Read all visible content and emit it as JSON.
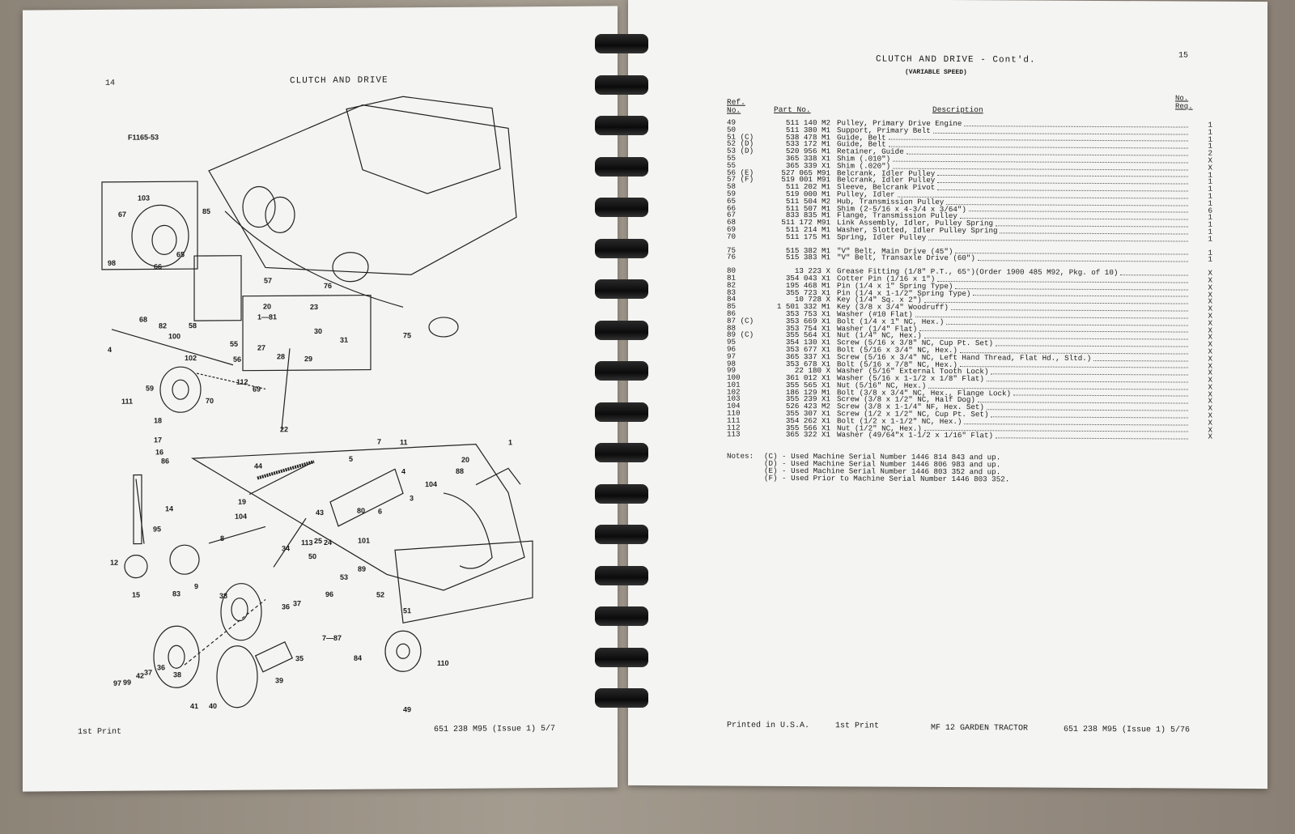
{
  "left_page": {
    "page_number": "14",
    "title": "CLUTCH AND DRIVE",
    "figure_id": "F1165-53",
    "callouts": [
      "103",
      "67",
      "85",
      "65",
      "66",
      "98",
      "57",
      "76",
      "20",
      "23",
      "1—81",
      "27",
      "28",
      "30",
      "29",
      "31",
      "75",
      "68",
      "82",
      "100",
      "58",
      "4",
      "55",
      "102",
      "56",
      "112",
      "69",
      "59",
      "70",
      "111",
      "18",
      "17",
      "16",
      "86",
      "22",
      "5",
      "7",
      "11",
      "4",
      "3",
      "44",
      "19",
      "104",
      "43",
      "80",
      "6",
      "104",
      "20",
      "88",
      "1",
      "14",
      "95",
      "12",
      "9",
      "8",
      "34",
      "113",
      "25",
      "24",
      "101",
      "50",
      "89",
      "38",
      "36",
      "37",
      "15",
      "83",
      "53",
      "96",
      "52",
      "51",
      "7—87",
      "84",
      "35",
      "39",
      "97",
      "99",
      "42",
      "37",
      "36",
      "38",
      "41",
      "40",
      "49",
      "110"
    ],
    "footer_left": "1st Print",
    "footer_right": "651 238 M95 (Issue 1) 5/7"
  },
  "right_page": {
    "page_number": "15",
    "title": "CLUTCH AND DRIVE - Cont'd.",
    "subtitle": "(VARIABLE SPEED)",
    "columns": {
      "ref": "Ref. No.",
      "part": "Part No.",
      "description": "Description",
      "qty": "No. Req."
    },
    "groups": [
      [
        {
          "ref": "49",
          "part": "511 140 M2",
          "desc": "Pulley, Primary Drive Engine",
          "qty": "1"
        },
        {
          "ref": "50",
          "part": "511 380 M1",
          "desc": "Support, Primary Belt",
          "qty": "1"
        },
        {
          "ref": "51 (C)",
          "part": "538 478 M1",
          "desc": "Guide, Belt",
          "qty": "1"
        },
        {
          "ref": "52 (D)",
          "part": "533 172 M1",
          "desc": "Guide, Belt",
          "qty": "1"
        },
        {
          "ref": "53 (D)",
          "part": "520 956 M1",
          "desc": "Retainer, Guide",
          "qty": "2"
        },
        {
          "ref": "55",
          "part": "365 338 X1",
          "desc": "Shim (.010\")",
          "qty": "X"
        },
        {
          "ref": "55",
          "part": "365 339 X1",
          "desc": "Shim (.020\")",
          "qty": "X"
        },
        {
          "ref": "56 (E)",
          "part": "527 065 M91",
          "desc": "Belcrank, Idler Pulley",
          "qty": "1"
        },
        {
          "ref": "57 (F)",
          "part": "519 001 M91",
          "desc": "Belcrank, Idler Pulley",
          "qty": "1"
        },
        {
          "ref": "58",
          "part": "511 202 M1",
          "desc": "Sleeve, Belcrank Pivot",
          "qty": "1"
        },
        {
          "ref": "59",
          "part": "519 000 M1",
          "desc": "Pulley, Idler",
          "qty": "1"
        },
        {
          "ref": "65",
          "part": "511 504 M2",
          "desc": "Hub, Transmission Pulley",
          "qty": "1"
        },
        {
          "ref": "66",
          "part": "511 507 M1",
          "desc": "Shim (2-5/16 x 4-3/4 x 3/64\")",
          "qty": "6"
        },
        {
          "ref": "67",
          "part": "833 835 M1",
          "desc": "Flange, Transmission Pulley",
          "qty": "1"
        },
        {
          "ref": "68",
          "part": "511 172 M91",
          "desc": "Link Assembly, Idler, Pulley Spring",
          "qty": "1"
        },
        {
          "ref": "69",
          "part": "511 214 M1",
          "desc": "Washer, Slotted, Idler Pulley Spring",
          "qty": "1"
        },
        {
          "ref": "70",
          "part": "511 175 M1",
          "desc": "Spring, Idler Pulley",
          "qty": "1"
        }
      ],
      [
        {
          "ref": "75",
          "part": "515 382 M1",
          "desc": "\"V\" Belt, Main Drive (45\")",
          "qty": "1"
        },
        {
          "ref": "76",
          "part": "515 383 M1",
          "desc": "\"V\" Belt, Transaxle Drive (60\")",
          "qty": "1"
        }
      ],
      [
        {
          "ref": "80",
          "part": "13 223 X",
          "desc": "Grease Fitting (1/8\" P.T., 65°)(Order 1900 485 M92, Pkg. of 10)",
          "qty": "X"
        },
        {
          "ref": "81",
          "part": "354 043 X1",
          "desc": "Cotter Pin (1/16 x 1\")",
          "qty": "X"
        },
        {
          "ref": "82",
          "part": "195 468 M1",
          "desc": "Pin (1/4 x 1\" Spring Type)",
          "qty": "X"
        },
        {
          "ref": "83",
          "part": "355 723 X1",
          "desc": "Pin (1/4 x 1-1/2\" Spring Type)",
          "qty": "X"
        },
        {
          "ref": "84",
          "part": "10 728 X",
          "desc": "Key (1/4\" Sq. x 2\")",
          "qty": "X"
        },
        {
          "ref": "85",
          "part": "1 501 332 M1",
          "desc": "Key (3/8 x 3/4\" Woodruff)",
          "qty": "X"
        },
        {
          "ref": "86",
          "part": "353 753 X1",
          "desc": "Washer (#10 Flat)",
          "qty": "X"
        },
        {
          "ref": "87 (C)",
          "part": "353 669 X1",
          "desc": "Bolt (1/4 x 1\" NC, Hex.)",
          "qty": "X"
        },
        {
          "ref": "88",
          "part": "353 754 X1",
          "desc": "Washer (1/4\" Flat)",
          "qty": "X"
        },
        {
          "ref": "89 (C)",
          "part": "355 564 X1",
          "desc": "Nut (1/4\" NC, Hex.)",
          "qty": "X"
        },
        {
          "ref": "95",
          "part": "354 130 X1",
          "desc": "Screw (5/16 x 3/8\" NC, Cup Pt. Set)",
          "qty": "X"
        },
        {
          "ref": "96",
          "part": "353 677 X1",
          "desc": "Bolt (5/16 x 3/4\" NC, Hex.)",
          "qty": "X"
        },
        {
          "ref": "97",
          "part": "365 337 X1",
          "desc": "Screw (5/16 x 3/4\" NC, Left Hand Thread, Flat Hd., Sltd.)",
          "qty": "X"
        },
        {
          "ref": "98",
          "part": "353 678 X1",
          "desc": "Bolt (5/16 x 7/8\" NC, Hex.)",
          "qty": "X"
        },
        {
          "ref": "99",
          "part": "22 180 X",
          "desc": "Washer (5/16\" External Tooth Lock)",
          "qty": "X"
        },
        {
          "ref": "100",
          "part": "361 012 X1",
          "desc": "Washer (5/16 x 1-1/2 x 1/8\" Flat)",
          "qty": "X"
        },
        {
          "ref": "101",
          "part": "355 565 X1",
          "desc": "Nut (5/16\" NC, Hex.)",
          "qty": "X"
        },
        {
          "ref": "102",
          "part": "186 129 M1",
          "desc": "Bolt (3/8 x 3/4\" NC, Hex., Flange Lock)",
          "qty": "X"
        },
        {
          "ref": "103",
          "part": "355 239 X1",
          "desc": "Screw (3/8 x 1/2\" NC, Half Dog)",
          "qty": "X"
        },
        {
          "ref": "104",
          "part": "526 423 M2",
          "desc": "Screw (3/8 x 1-1/4\" NF, Hex. Set)",
          "qty": "X"
        },
        {
          "ref": "110",
          "part": "355 307 X1",
          "desc": "Screw (1/2 x 1/2\" NC, Cup Pt. Set)",
          "qty": "X"
        },
        {
          "ref": "111",
          "part": "354 262 X1",
          "desc": "Bolt (1/2 x 1-1/2\" NC, Hex.)",
          "qty": "X"
        },
        {
          "ref": "112",
          "part": "355 566 X1",
          "desc": "Nut (1/2\" NC, Hex.)",
          "qty": "X"
        },
        {
          "ref": "113",
          "part": "365 322 X1",
          "desc": "Washer (49/64\"x 1-1/2 x 1/16\" Flat)",
          "qty": "X"
        }
      ]
    ],
    "notes_label": "Notes:",
    "notes": [
      "(C) - Used Machine Serial Number 1446 814 843 and up.",
      "(D) - Used Machine Serial Number 1446 806 983 and up.",
      "(E) - Used Machine Serial Number 1446 803 352 and up.",
      "(F) - Used Prior to Machine Serial Number 1446 803 352."
    ],
    "footer": {
      "printed": "Printed in U.S.A.",
      "print": "1st Print",
      "model": "MF 12 GARDEN TRACTOR",
      "doc": "651 238 M95 (Issue 1) 5/76"
    }
  }
}
